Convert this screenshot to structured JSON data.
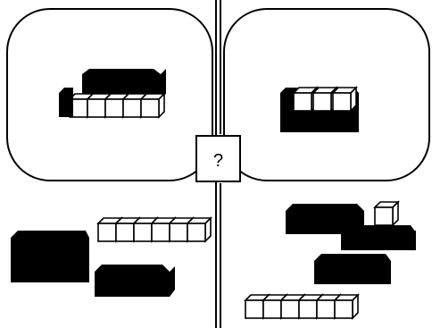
{
  "center_box": {
    "label": "?"
  },
  "colors": {
    "ink": "#000000",
    "paper": "#ffffff"
  },
  "panels": [
    {
      "side": "left",
      "top_shape": "black block atop row of five white cubes"
    },
    {
      "side": "right",
      "top_shape": "three white cubes atop black block"
    }
  ],
  "icons": [
    "black-block-icon",
    "white-cube-row-icon",
    "white-cube-icon"
  ]
}
